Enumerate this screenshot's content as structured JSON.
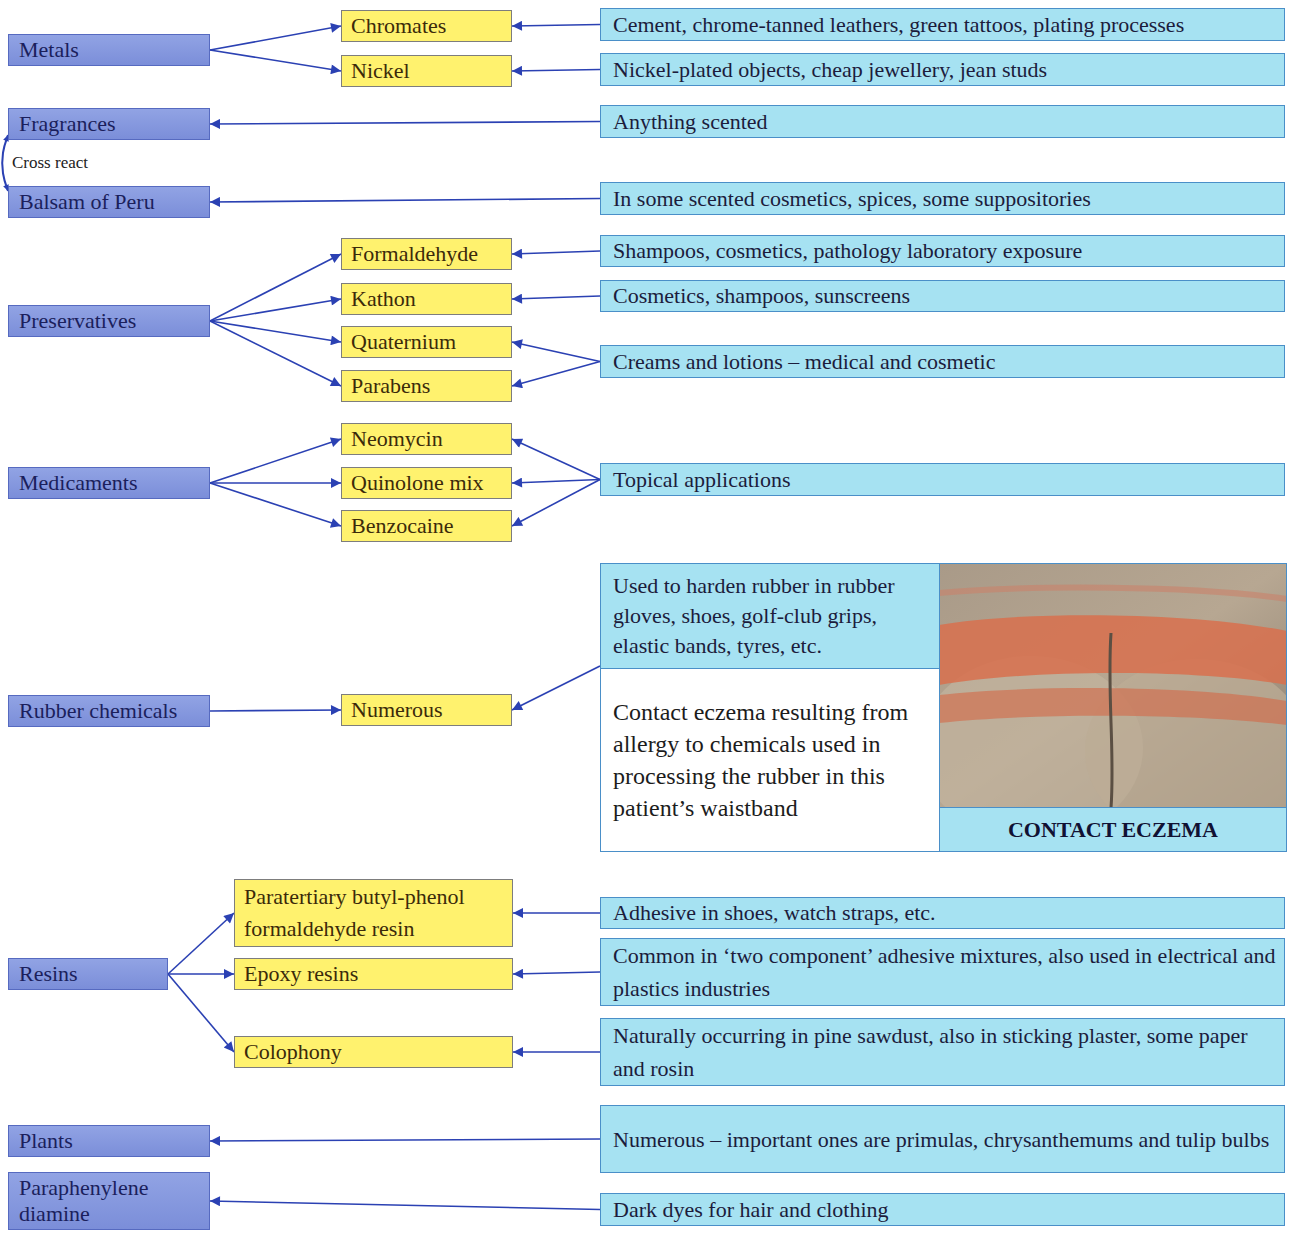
{
  "diagram": {
    "nodes": [
      {
        "text": [
          "Metals"
        ]
      },
      {
        "text": [
          "Chromates"
        ]
      },
      {
        "text": [
          "Cement, chrome-tanned leathers, green tattoos, plating processes"
        ]
      },
      {
        "text": [
          "Nickel"
        ]
      },
      {
        "text": [
          "Nickel-plated objects, cheap jewellery, jean studs"
        ]
      },
      {
        "text": [
          "Fragrances"
        ]
      },
      {
        "text": [
          "Anything scented"
        ]
      },
      {
        "text": [
          "Balsam of Peru"
        ]
      },
      {
        "text": [
          "In some scented cosmetics, spices, some suppositories"
        ]
      },
      {
        "text": [
          "Formaldehyde"
        ]
      },
      {
        "text": [
          "Shampoos, cosmetics, pathology laboratory exposure"
        ]
      },
      {
        "text": [
          "Kathon"
        ]
      },
      {
        "text": [
          "Cosmetics, shampoos, sunscreens"
        ]
      },
      {
        "text": [
          "Preservatives"
        ]
      },
      {
        "text": [
          "Quaternium"
        ]
      },
      {
        "text": [
          "Creams and lotions – medical and cosmetic"
        ]
      },
      {
        "text": [
          "Parabens"
        ]
      },
      {
        "text": [
          "Neomycin"
        ]
      },
      {
        "text": [
          "Medicaments"
        ]
      },
      {
        "text": [
          "Quinolone mix"
        ]
      },
      {
        "text": [
          "Topical applications"
        ]
      },
      {
        "text": [
          "Benzocaine"
        ]
      },
      {
        "text": [
          "Used to harden rubber in rubber gloves, shoes, golf-club grips, elastic bands, tyres, etc."
        ]
      },
      {
        "text": [
          "Rubber chemicals"
        ]
      },
      {
        "text": [
          "Numerous"
        ]
      },
      {
        "text": [
          "Contact eczema resulting from allergy to chemicals used in processing the rubber in this patient’s waistband"
        ]
      },
      {
        "text": [
          "CONTACT ECZEMA"
        ]
      },
      {
        "text": [
          "Paratertiary butyl-phenol formaldehyde resin"
        ]
      },
      {
        "text": [
          "Adhesive in shoes, watch straps, etc."
        ]
      },
      {
        "text": [
          "Resins"
        ]
      },
      {
        "text": [
          "Epoxy resins"
        ]
      },
      {
        "text": [
          "Common in ‘two component’ adhesive mixtures, also used in electrical and plastics industries"
        ]
      },
      {
        "text": [
          "Colophony"
        ]
      },
      {
        "text": [
          "Naturally occurring in pine sawdust, also in sticking plaster, some paper and rosin"
        ]
      },
      {
        "text": [
          "Numerous – important ones are primulas, chrysanthemums and tulip bulbs"
        ]
      },
      {
        "text": [
          "Plants"
        ]
      },
      {
        "text": [
          "Paraphenylene diamine"
        ]
      },
      {
        "text": [
          "Dark dyes for hair and clothing"
        ]
      }
    ],
    "edges": [
      {
        "from": 0,
        "to": 1,
        "arrow": "to"
      },
      {
        "from": 0,
        "to": 3,
        "arrow": "to"
      },
      {
        "from": 2,
        "to": 1,
        "arrow": "to"
      },
      {
        "from": 4,
        "to": 3,
        "arrow": "to"
      },
      {
        "from": 6,
        "to": 5,
        "arrow": "to"
      },
      {
        "from": 5,
        "to": 7,
        "arrow": "both",
        "label": "Cross react"
      },
      {
        "from": 8,
        "to": 7,
        "arrow": "to"
      },
      {
        "from": 13,
        "to": 9,
        "arrow": "to"
      },
      {
        "from": 13,
        "to": 11,
        "arrow": "to"
      },
      {
        "from": 13,
        "to": 14,
        "arrow": "to"
      },
      {
        "from": 13,
        "to": 16,
        "arrow": "to"
      },
      {
        "from": 10,
        "to": 9,
        "arrow": "to"
      },
      {
        "from": 12,
        "to": 11,
        "arrow": "to"
      },
      {
        "from": 15,
        "to": 14,
        "arrow": "to"
      },
      {
        "from": 15,
        "to": 16,
        "arrow": "to"
      },
      {
        "from": 18,
        "to": 17,
        "arrow": "to"
      },
      {
        "from": 18,
        "to": 19,
        "arrow": "to"
      },
      {
        "from": 18,
        "to": 21,
        "arrow": "to"
      },
      {
        "from": 20,
        "to": 17,
        "arrow": "to"
      },
      {
        "from": 20,
        "to": 19,
        "arrow": "to"
      },
      {
        "from": 20,
        "to": 21,
        "arrow": "to"
      },
      {
        "from": 23,
        "to": 24,
        "arrow": "to"
      },
      {
        "from": 22,
        "to": 24,
        "arrow": "to"
      },
      {
        "from": 29,
        "to": 27,
        "arrow": "to"
      },
      {
        "from": 29,
        "to": 30,
        "arrow": "to"
      },
      {
        "from": 29,
        "to": 32,
        "arrow": "to"
      },
      {
        "from": 28,
        "to": 27,
        "arrow": "to"
      },
      {
        "from": 31,
        "to": 30,
        "arrow": "to"
      },
      {
        "from": 33,
        "to": 32,
        "arrow": "to"
      },
      {
        "from": 34,
        "to": 35,
        "arrow": "to"
      },
      {
        "from": 37,
        "to": 36,
        "arrow": "to"
      }
    ]
  }
}
